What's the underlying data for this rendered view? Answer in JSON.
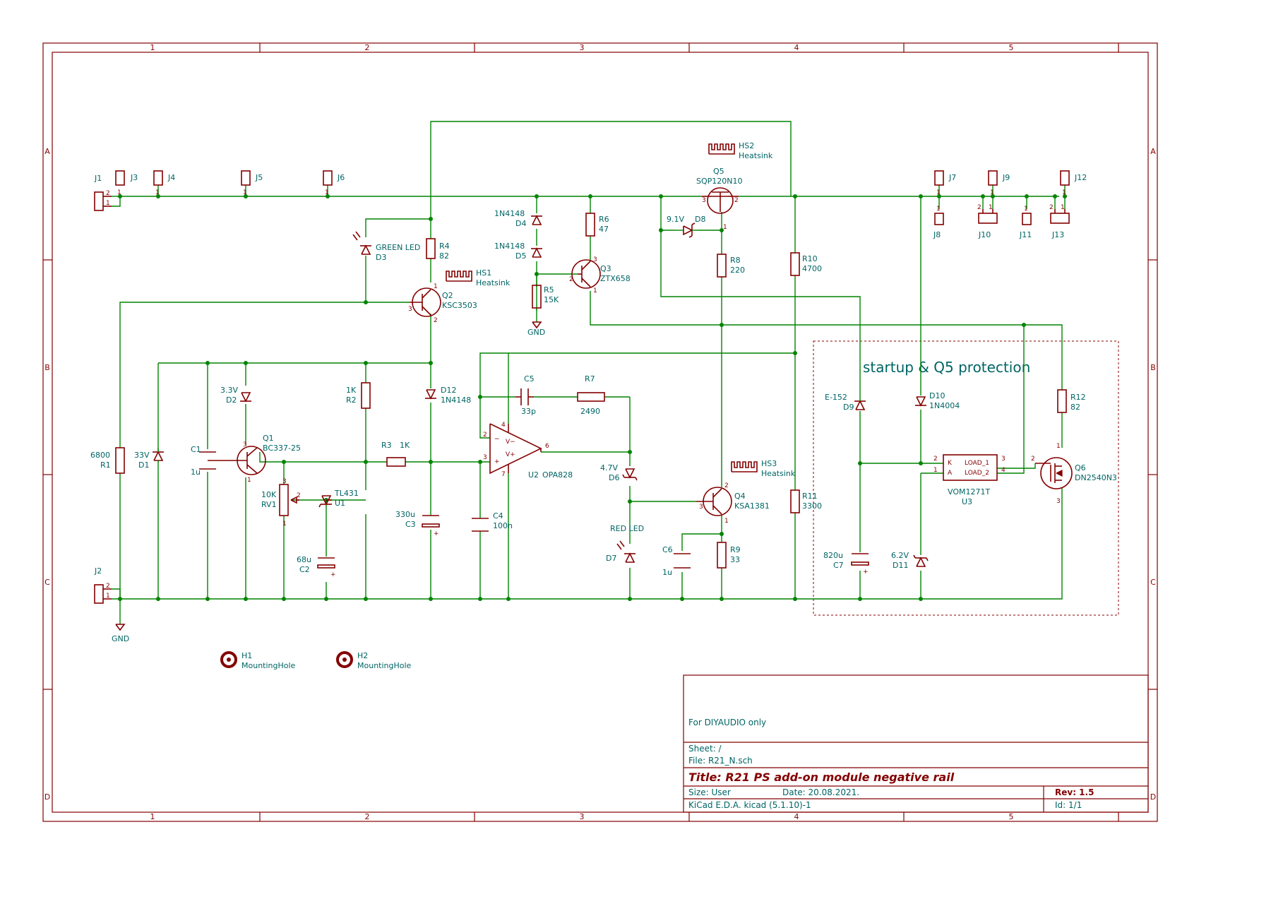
{
  "colors": {
    "frame": "#840000",
    "wire": "#008400",
    "component": "#840000",
    "ref_text": "#006464",
    "value_text": "#006464",
    "pin_text": "#840000",
    "junction": "#008400",
    "annotation": "#006464",
    "title_text": "#840000",
    "zone": "#840000"
  },
  "border": {
    "col_numbers": [
      "1",
      "2",
      "3",
      "4",
      "5"
    ],
    "row_letters": [
      "A",
      "B",
      "C",
      "D"
    ]
  },
  "title_block": {
    "note": "For DIYAUDIO only",
    "sheet": "Sheet: /",
    "file": "File: R21_N.sch",
    "title": "Title: R21 PS add-on module negative rail",
    "size": "Size: User",
    "date": "Date: 20.08.2021.",
    "rev": "Rev: 1.5",
    "tool": "KiCad E.D.A.  kicad (5.1.10)-1",
    "id": "Id: 1/1"
  },
  "zone_label": "startup & Q5 protection",
  "power": {
    "gnd_main": "GND",
    "gnd_r5": "GND"
  },
  "components": {
    "J1": {
      "ref": "J1"
    },
    "J2": {
      "ref": "J2"
    },
    "J3": {
      "ref": "J3"
    },
    "J4": {
      "ref": "J4"
    },
    "J5": {
      "ref": "J5"
    },
    "J6": {
      "ref": "J6"
    },
    "J7": {
      "ref": "J7"
    },
    "J8": {
      "ref": "J8"
    },
    "J9": {
      "ref": "J9"
    },
    "J10": {
      "ref": "J10"
    },
    "J11": {
      "ref": "J11"
    },
    "J12": {
      "ref": "J12"
    },
    "J13": {
      "ref": "J13"
    },
    "R1": {
      "ref": "R1",
      "value": "6800"
    },
    "R2": {
      "ref": "R2",
      "value": "1K"
    },
    "R3": {
      "ref": "R3",
      "value": "1K"
    },
    "R4": {
      "ref": "R4",
      "value": "82"
    },
    "R5": {
      "ref": "R5",
      "value": "15K"
    },
    "R6": {
      "ref": "R6",
      "value": "47"
    },
    "R7": {
      "ref": "R7",
      "value": "2490"
    },
    "R8": {
      "ref": "R8",
      "value": "220"
    },
    "R9": {
      "ref": "R9",
      "value": "33"
    },
    "R10": {
      "ref": "R10",
      "value": "4700"
    },
    "R11": {
      "ref": "R11",
      "value": "3300"
    },
    "R12": {
      "ref": "R12",
      "value": "82"
    },
    "RV1": {
      "ref": "RV1",
      "value": "10K"
    },
    "C1": {
      "ref": "C1",
      "value": "1u"
    },
    "C2": {
      "ref": "C2",
      "value": "68u"
    },
    "C3": {
      "ref": "C3",
      "value": "330u"
    },
    "C4": {
      "ref": "C4",
      "value": "100n"
    },
    "C5": {
      "ref": "C5",
      "value": "33p"
    },
    "C6": {
      "ref": "C6",
      "value": "1u"
    },
    "C7": {
      "ref": "C7",
      "value": "820u"
    },
    "D1": {
      "ref": "D1",
      "value": "33V"
    },
    "D2": {
      "ref": "D2",
      "value": "3.3V"
    },
    "D3": {
      "ref": "D3",
      "value": "GREEN LED"
    },
    "D4": {
      "ref": "D4",
      "value": "1N4148"
    },
    "D5": {
      "ref": "D5",
      "value": "1N4148"
    },
    "D6": {
      "ref": "D6",
      "value": "4.7V"
    },
    "D7": {
      "ref": "D7",
      "value": "RED LED"
    },
    "D8": {
      "ref": "D8",
      "value": "9.1V"
    },
    "D9": {
      "ref": "D9",
      "value": "E-152"
    },
    "D10": {
      "ref": "D10",
      "value": "1N4004"
    },
    "D11": {
      "ref": "D11",
      "value": "6.2V"
    },
    "D12": {
      "ref": "D12",
      "value": "1N4148"
    },
    "Q1": {
      "ref": "Q1",
      "value": "BC337-25"
    },
    "Q2": {
      "ref": "Q2",
      "value": "KSC3503"
    },
    "Q3": {
      "ref": "Q3",
      "value": "ZTX658"
    },
    "Q4": {
      "ref": "Q4",
      "value": "KSA1381"
    },
    "Q5": {
      "ref": "Q5",
      "value": "SQP120N10"
    },
    "Q6": {
      "ref": "Q6",
      "value": "DN2540N3"
    },
    "U1": {
      "ref": "U1",
      "value": "TL431"
    },
    "U2": {
      "ref": "U2",
      "value": "OPA828"
    },
    "U3": {
      "ref": "U3",
      "value": "VOM1271T",
      "pin_k": "K",
      "pin_a": "A",
      "pin_load1": "LOAD_1",
      "pin_load2": "LOAD_2"
    },
    "HS1": {
      "ref": "HS1",
      "value": "Heatsink"
    },
    "HS2": {
      "ref": "HS2",
      "value": "Heatsink"
    },
    "HS3": {
      "ref": "HS3",
      "value": "Heatsink"
    },
    "H1": {
      "ref": "H1",
      "value": "MountingHole"
    },
    "H2": {
      "ref": "H2",
      "value": "MountingHole"
    }
  }
}
